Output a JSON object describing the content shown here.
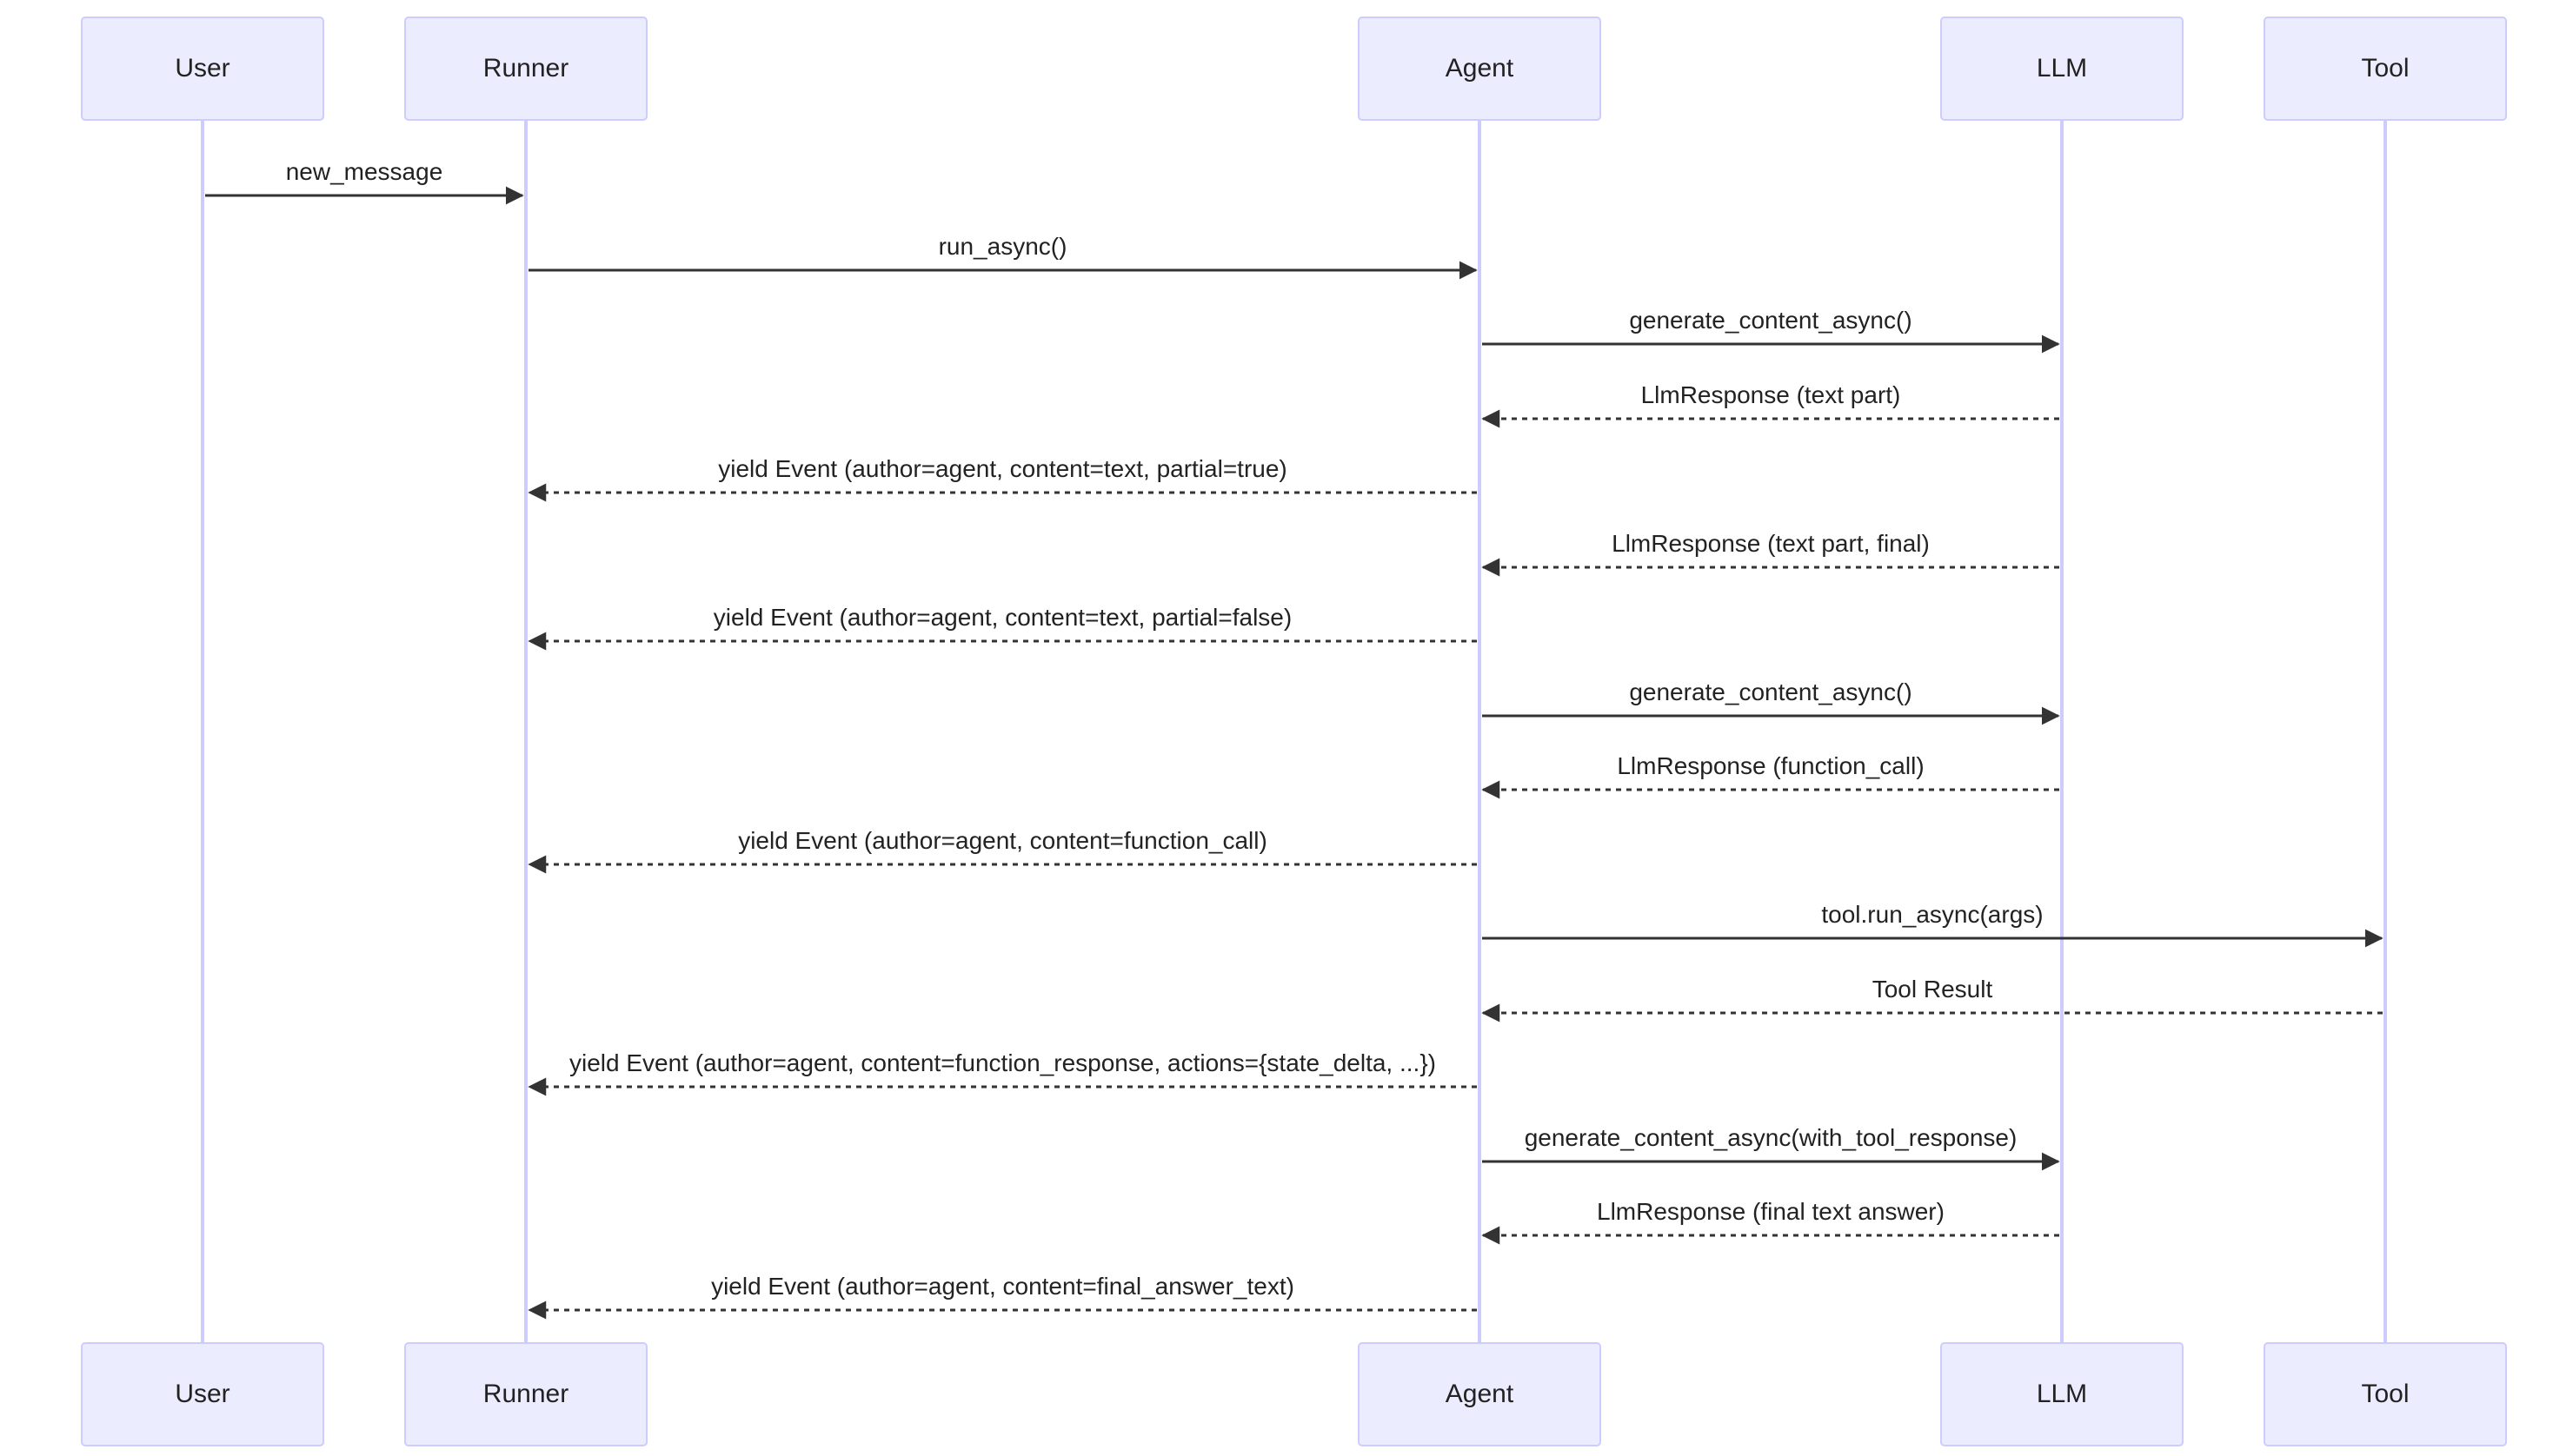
{
  "participants": [
    {
      "id": "user",
      "label": "User"
    },
    {
      "id": "runner",
      "label": "Runner"
    },
    {
      "id": "agent",
      "label": "Agent"
    },
    {
      "id": "llm",
      "label": "LLM"
    },
    {
      "id": "tool",
      "label": "Tool"
    }
  ],
  "messages": [
    {
      "from": "user",
      "to": "runner",
      "label": "new_message",
      "style": "solid"
    },
    {
      "from": "runner",
      "to": "agent",
      "label": "run_async()",
      "style": "solid"
    },
    {
      "from": "agent",
      "to": "llm",
      "label": "generate_content_async()",
      "style": "solid"
    },
    {
      "from": "llm",
      "to": "agent",
      "label": "LlmResponse (text part)",
      "style": "dashed"
    },
    {
      "from": "agent",
      "to": "runner",
      "label": "yield Event (author=agent, content=text, partial=true)",
      "style": "dashed"
    },
    {
      "from": "llm",
      "to": "agent",
      "label": "LlmResponse (text part, final)",
      "style": "dashed"
    },
    {
      "from": "agent",
      "to": "runner",
      "label": "yield Event (author=agent, content=text, partial=false)",
      "style": "dashed"
    },
    {
      "from": "agent",
      "to": "llm",
      "label": "generate_content_async()",
      "style": "solid"
    },
    {
      "from": "llm",
      "to": "agent",
      "label": "LlmResponse (function_call)",
      "style": "dashed"
    },
    {
      "from": "agent",
      "to": "runner",
      "label": "yield Event (author=agent, content=function_call)",
      "style": "dashed"
    },
    {
      "from": "agent",
      "to": "tool",
      "label": "tool.run_async(args)",
      "style": "solid"
    },
    {
      "from": "tool",
      "to": "agent",
      "label": "Tool Result",
      "style": "dashed"
    },
    {
      "from": "agent",
      "to": "runner",
      "label": "yield Event (author=agent, content=function_response, actions={state_delta, ...})",
      "style": "dashed"
    },
    {
      "from": "agent",
      "to": "llm",
      "label": "generate_content_async(with_tool_response)",
      "style": "solid"
    },
    {
      "from": "llm",
      "to": "agent",
      "label": "LlmResponse (final text answer)",
      "style": "dashed"
    },
    {
      "from": "agent",
      "to": "runner",
      "label": "yield Event (author=agent, content=final_answer_text)",
      "style": "dashed"
    }
  ],
  "colors": {
    "actor_fill": "#ECECFF",
    "actor_stroke": "#CCCCFF",
    "lifeline": "#CCCCFF",
    "message": "#333333"
  }
}
